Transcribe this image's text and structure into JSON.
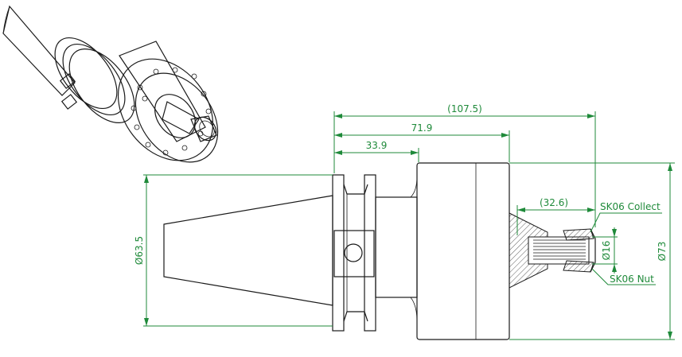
{
  "colors": {
    "dimension": "#1f8a3a",
    "part_outline": "#1a1a1a",
    "section_hatch": "#1a1a1a"
  },
  "dimensions": {
    "overall_length": "(107.5)",
    "flange_to_body_end": "71.9",
    "taper_to_flange": "33.9",
    "nose_length": "(32.6)",
    "flange_diameter": "Ø63.5",
    "body_diameter": "Ø73",
    "collet_bore": "Ø16"
  },
  "callouts": {
    "collet": "SK06 Collect",
    "nut": "SK06 Nut"
  }
}
